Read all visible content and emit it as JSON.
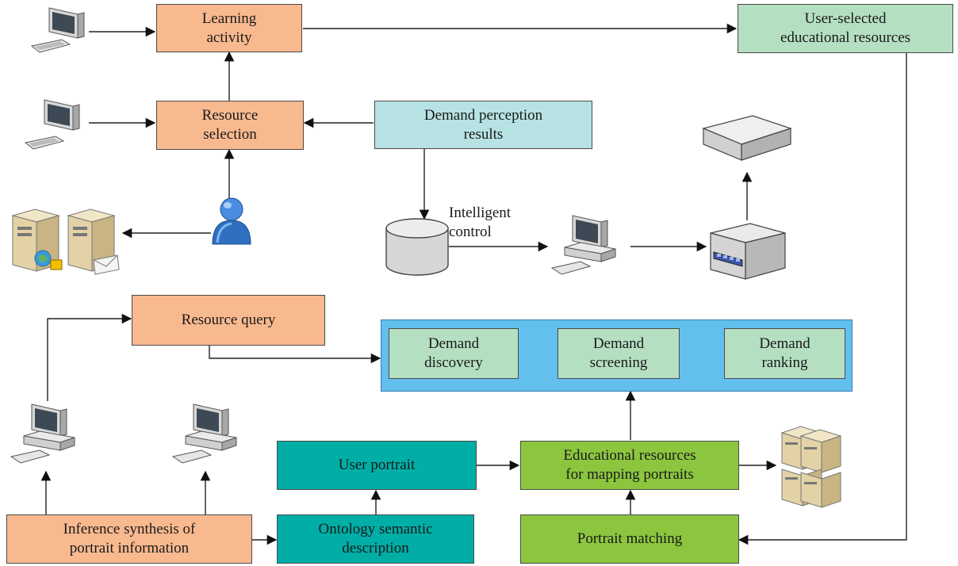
{
  "boxes": {
    "learning_activity": "Learning\nactivity",
    "resource_selection": "Resource\nselection",
    "user_selected": "User-selected\neducational resources",
    "demand_perception": "Demand perception\nresults",
    "resource_query": "Resource query",
    "demand_discovery": "Demand\ndiscovery",
    "demand_screening": "Demand\nscreening",
    "demand_ranking": "Demand\nranking",
    "user_portrait": "User portrait",
    "educational_mapping": "Educational resources\nfor mapping portraits",
    "inference_synthesis": "Inference synthesis of\nportrait information",
    "ontology_semantic": "Ontology semantic\ndescription",
    "portrait_matching": "Portrait matching"
  },
  "labels": {
    "intelligent_control": "Intelligent\ncontrol"
  },
  "colors": {
    "orange": "#f8b98f",
    "mint": "#b5dfc1",
    "cyan": "#b7e2e3",
    "teal": "#00aea6",
    "green": "#8cc63f",
    "blue": "#63bfee"
  },
  "icons": {
    "computers": [
      "desktop-computer-icon",
      "desktop-computer-icon",
      "desktop-computer-icon",
      "desktop-computer-icon",
      "desktop-computer-icon"
    ],
    "servers": [
      "server-tower-globe-icon",
      "server-tower-mail-icon",
      "server-rack-icon"
    ],
    "other": [
      "user-person-icon",
      "database-cylinder-icon",
      "network-device-icon",
      "flat-device-icon"
    ]
  }
}
